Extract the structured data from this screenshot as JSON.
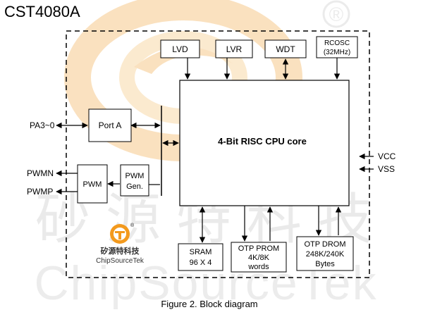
{
  "title": "CST4080A",
  "caption": "Figure 2. Block diagram",
  "watermark": {
    "cn": "砂源特科技",
    "en": "ChipSourceTek",
    "registered": "®",
    "logo_cn": "矽源特科技",
    "logo_en": "ChipSourceTek"
  },
  "blocks": {
    "lvd": "LVD",
    "lvr": "LVR",
    "wdt": "WDT",
    "rcosc": [
      "RCOSC",
      "(32MHz)"
    ],
    "port_a": "Port A",
    "pwm": "PWM",
    "pwm_gen": [
      "PWM",
      "Gen."
    ],
    "cpu": "4-Bit RISC CPU core",
    "sram": [
      "SRAM",
      "96 X 4"
    ],
    "otp_prom": [
      "OTP PROM",
      "4K/8K",
      "words"
    ],
    "otp_drom": [
      "OTP DROM",
      "248K/240K",
      "Bytes"
    ]
  },
  "pins": {
    "pa": "PA3~0",
    "pwmn": "PWMN",
    "pwmp": "PWMP",
    "vcc": "VCC",
    "vss": "VSS"
  },
  "colors": {
    "line": "#000000",
    "watermark_gray": "#d4d4d4",
    "logo_orange": "#f39a1e"
  }
}
